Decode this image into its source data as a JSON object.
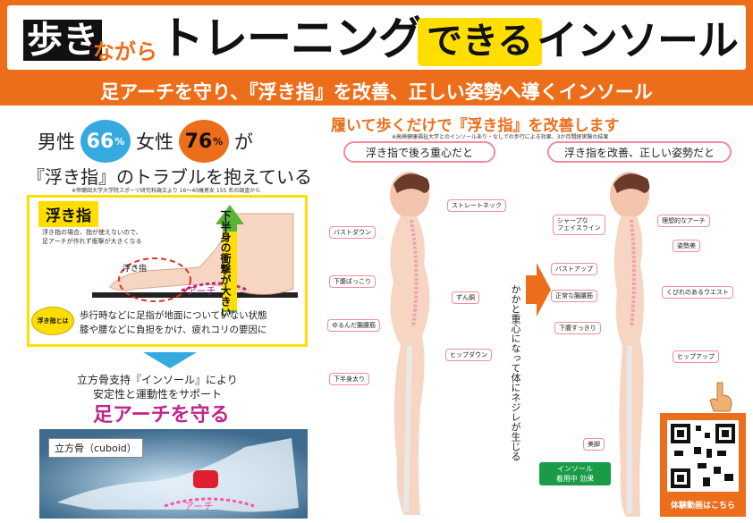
{
  "header": {
    "title_aruki": "歩き",
    "title_nagara": "ながら",
    "title_training": "トレーニング",
    "title_dekiru": "できる",
    "title_insole": "インソール",
    "subtitle": "足アーチを守り、『浮き指』を改善、正しい姿勢へ導くインソール"
  },
  "stats": {
    "male_label": "男性",
    "male_value": "66",
    "female_label": "女性",
    "female_value": "76",
    "unit": "%",
    "suffix": "が",
    "trouble_text": "『浮き指』のトラブルを抱えている",
    "survey_note": "※帝聴田大学大学院スポーツ研究科論文より 16～40歳男女 155 名の調査から"
  },
  "ukiyubi": {
    "tag": "浮き指",
    "desc_line1": "浮き指の場合、指が使えないので、",
    "desc_line2": "足アーチが作れず衝撃が大きくなる",
    "circle_label": "浮き指",
    "arch_label": "アーチ",
    "impact_text": "下半身の衝撃が大きい",
    "badge": "浮き指とは",
    "definition_line1": "歩行時などに足指が地面についていない状態",
    "definition_line2": "膝や腰などに負担をかけ、疲れコリの要因に"
  },
  "support": {
    "line1": "立方骨支持『インソール』により",
    "line2": "安定性と運動性をサポート",
    "headline": "足アーチを守る",
    "cuboid_label": "立方骨（cuboid）",
    "xray_arch_label": "アーチ"
  },
  "right": {
    "title": "履いて歩くだけで『浮き指』を改善します",
    "note": "※高崎健康福祉大学とのインソールあり・なしでの歩行による効果、3か月間経実験の結果",
    "before_label": "浮き指で後ろ重心だと",
    "after_label": "浮き指を改善、正しい姿勢だと",
    "before_callouts": [
      "ストレートネック",
      "バストダウン",
      "下腹ぽっこり",
      "ずん胴",
      "ゆるんだ腸腰筋",
      "ヒップダウン",
      "下半身太り"
    ],
    "after_callouts": [
      "シャープな\nフェイスライン",
      "理想的なアーチ",
      "姿勢美",
      "バストアップ",
      "くびれのあるウエスト",
      "正常な腸腰筋",
      "下腹すっきり",
      "ヒップアップ",
      "美脚"
    ],
    "vertical_caption": "かかと重心になって体にネジレが生じる",
    "insole_badge_line1": "インソール",
    "insole_badge_line2": "着用中 効果",
    "qr_caption": "体験動画はこちら"
  },
  "colors": {
    "orange": "#ec6e1b",
    "yellow": "#ffde00",
    "blue": "#36a9e1",
    "magenta": "#c0268a",
    "pink": "#f28c9b",
    "green": "#1a9b45"
  }
}
